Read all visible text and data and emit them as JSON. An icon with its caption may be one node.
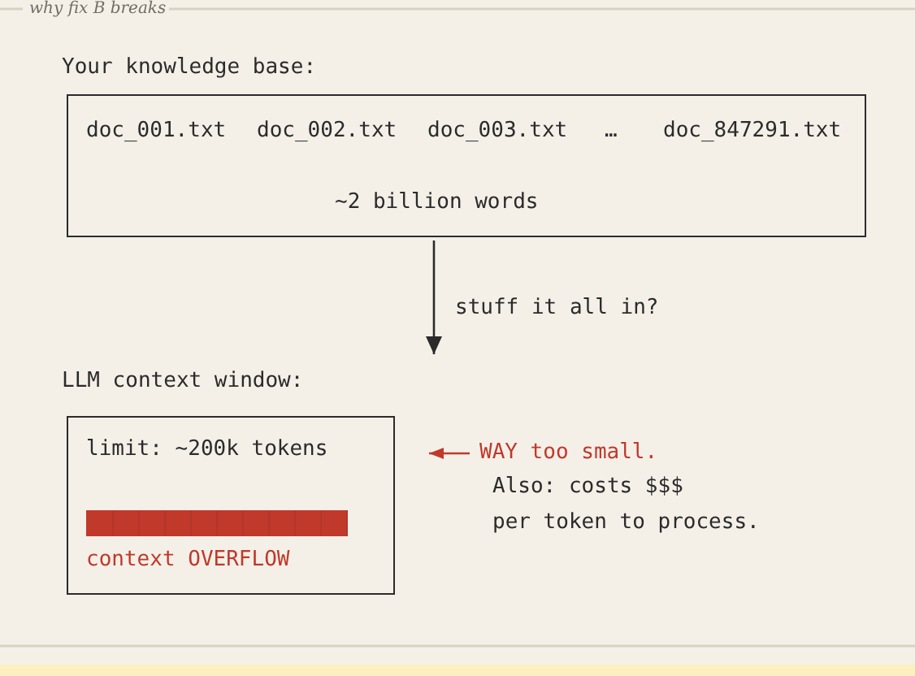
{
  "diagram": {
    "title": "why fix B breaks",
    "nodes": [
      {
        "text": [
          "Your knowledge base:",
          "doc_001.txt",
          "doc_002.txt",
          "doc_003.txt",
          "…",
          "doc_847291.txt",
          "~2 billion words"
        ]
      },
      {
        "text": [
          "LLM context window:",
          "limit: ~200k tokens",
          "context OVERFLOW"
        ]
      },
      {
        "text": [
          "WAY too small."
        ]
      }
    ],
    "edges": [
      {
        "from": 0,
        "to": 1,
        "arrow": "to",
        "label": "stuff it all in?"
      },
      {
        "from": 2,
        "to": 1,
        "arrow": "to",
        "color": "#c0392b"
      }
    ],
    "labels": [
      "Also: costs $$$",
      "per token to process."
    ]
  }
}
